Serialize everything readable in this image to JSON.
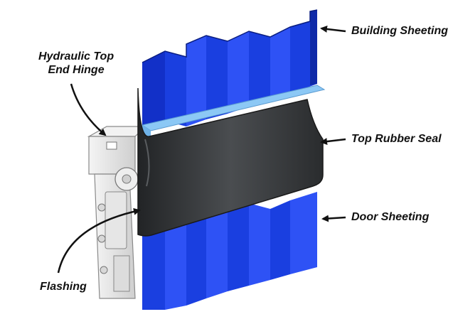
{
  "labels": {
    "building_sheeting": "Building Sheeting",
    "hinge_line1": "Hydraulic Top",
    "hinge_line2": "End Hinge",
    "top_rubber_seal": "Top Rubber Seal",
    "door_sheeting": "Door Sheeting",
    "flashing": "Flashing"
  },
  "colors": {
    "sheeting_blue": "#1a3fe0",
    "sheeting_blue_dark": "#0f2aa8",
    "sheeting_blue_light": "#3f64ff",
    "flashing_blue": "#8cc8f5",
    "rubber_seal": "#3a3d40",
    "hinge_grey": "#e2e2e2",
    "arrow": "#111111"
  }
}
